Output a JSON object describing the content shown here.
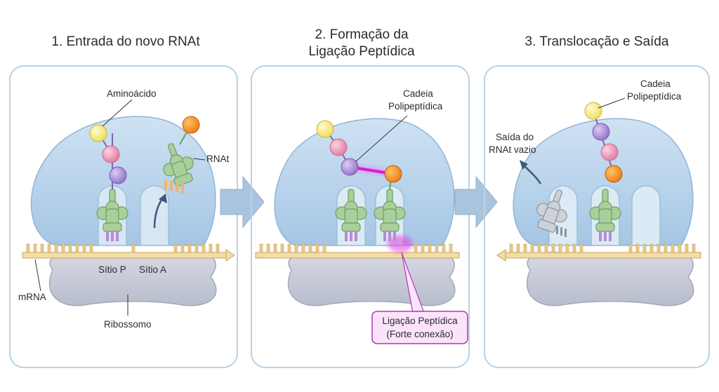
{
  "panel1": {
    "title": "1. Entrada do novo RNAt",
    "aminoacid_label": "Aminoácido",
    "trna_label": "RNAt",
    "site_p_label": "Sítio P",
    "site_a_label": "Sítio A",
    "mrna_label": "mRNA",
    "ribosome_label": "Ribossomo"
  },
  "panel2": {
    "title_line1": "2. Formação da",
    "title_line2": "Ligação Peptídica",
    "chain_label_line1": "Cadeia",
    "chain_label_line2": "Polipeptídica",
    "bond_label_line1": "Ligação Peptídica",
    "bond_label_line2": "(Forte conexão)"
  },
  "panel3": {
    "title": "3. Translocação e Saída",
    "chain_label_line1": "Cadeia",
    "chain_label_line2": "Polipeptídica",
    "exit_label_line1": "Saída do",
    "exit_label_line2": "RNAt vazio"
  },
  "colors": {
    "panel_border": "#b9d3e6",
    "ribosome_large": "#b7d3ec",
    "ribosome_small": "#c8ccd8",
    "mrna": "#e8c98c",
    "trna": "#a9cf9c",
    "trna_empty": "#c8ccd4",
    "yellow_aa": "#f4ea7c",
    "pink_aa": "#ec9ab8",
    "purple_aa": "#a98ad4",
    "orange_aa": "#f48a1c",
    "bond": "#d81bd0",
    "arrow": "#a9c5dd"
  }
}
